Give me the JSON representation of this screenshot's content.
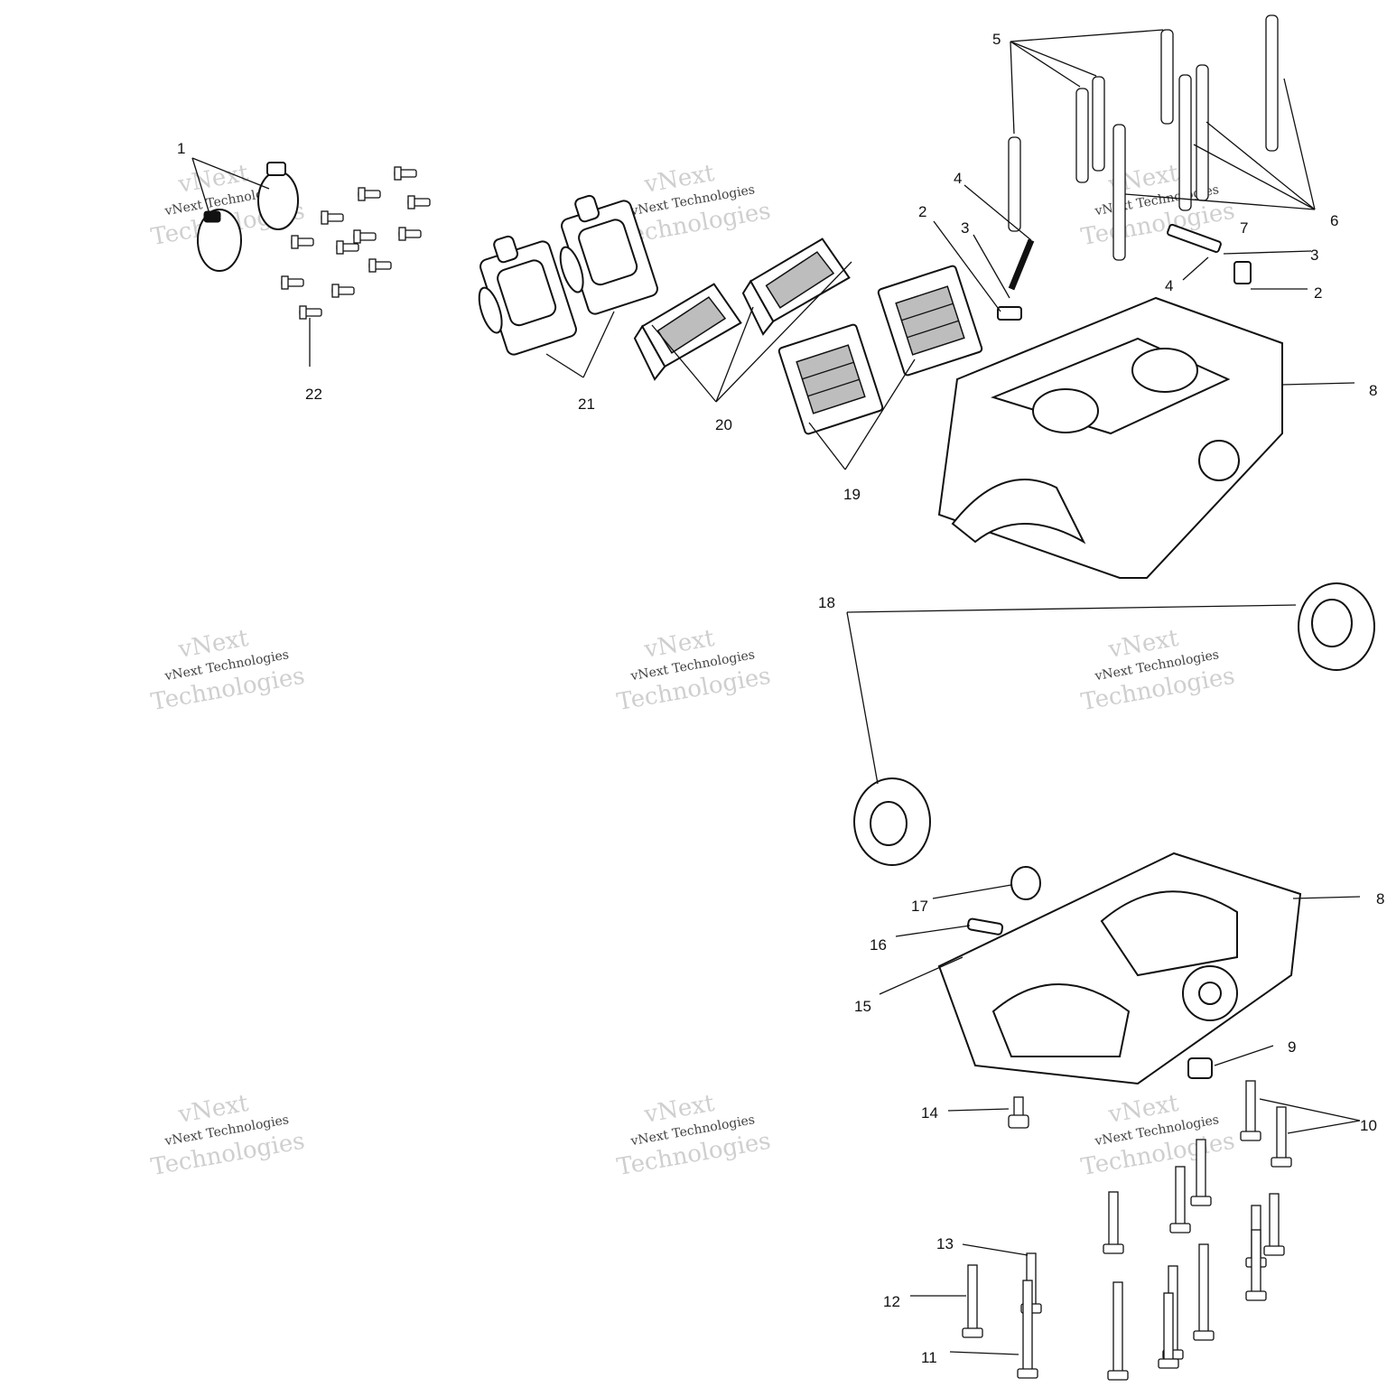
{
  "watermark": {
    "line1": "vNext",
    "line2": "vNext Technologies",
    "line3": "Technologies"
  },
  "callouts": [
    "1",
    "2",
    "3",
    "4",
    "5",
    "6",
    "7",
    "8",
    "9",
    "10",
    "11",
    "12",
    "13",
    "14",
    "15",
    "16",
    "17",
    "18",
    "19",
    "20",
    "21",
    "22"
  ],
  "labels": {
    "n1": "1",
    "n2a": "2",
    "n2b": "2",
    "n3a": "3",
    "n3b": "3",
    "n4a": "4",
    "n4b": "4",
    "n5": "5",
    "n6": "6",
    "n7": "7",
    "n8a": "8",
    "n8b": "8",
    "n9": "9",
    "n10": "10",
    "n11": "11",
    "n12": "12",
    "n13": "13",
    "n14": "14",
    "n15": "15",
    "n16": "16",
    "n17": "17",
    "n18": "18",
    "n19": "19",
    "n20": "20",
    "n21": "21",
    "n22": "22"
  }
}
